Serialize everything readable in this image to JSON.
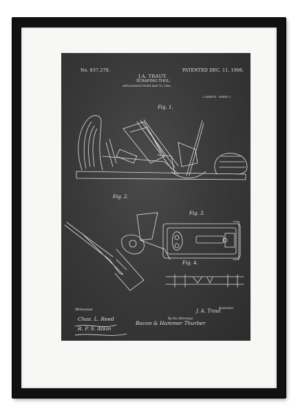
{
  "patent": {
    "number": "No. 837,278.",
    "patented": "PATENTED DEC. 11, 1906.",
    "inventor_name": "J.A. TRAUT.",
    "title": "SCRAPING TOOL.",
    "application": "APPLICATION FILED MAY 10, 1906.",
    "sheets": "2 SHEETS - SHEET 1"
  },
  "figures": {
    "fig1": "Fig. 1.",
    "fig2": "Fig. 2.",
    "fig3": "Fig. 3.",
    "fig4": "Fig. 4."
  },
  "footer": {
    "witnesses_label": "Witnesses",
    "inventor_label": "Inventor",
    "attorneys_label": "By his Attorneys",
    "witness_sig_1": "Chas. L. Reed",
    "witness_sig_2": "R. P. S. Atkin",
    "inventor_sig": "J. A. Traut",
    "attorney_sig": "Bacon & Hammer Thurber"
  },
  "colors": {
    "frame": "#111111",
    "mat": "#f7f7f5",
    "chalkboard": "#3a3a3a",
    "chalk": "#e6e6e6"
  }
}
